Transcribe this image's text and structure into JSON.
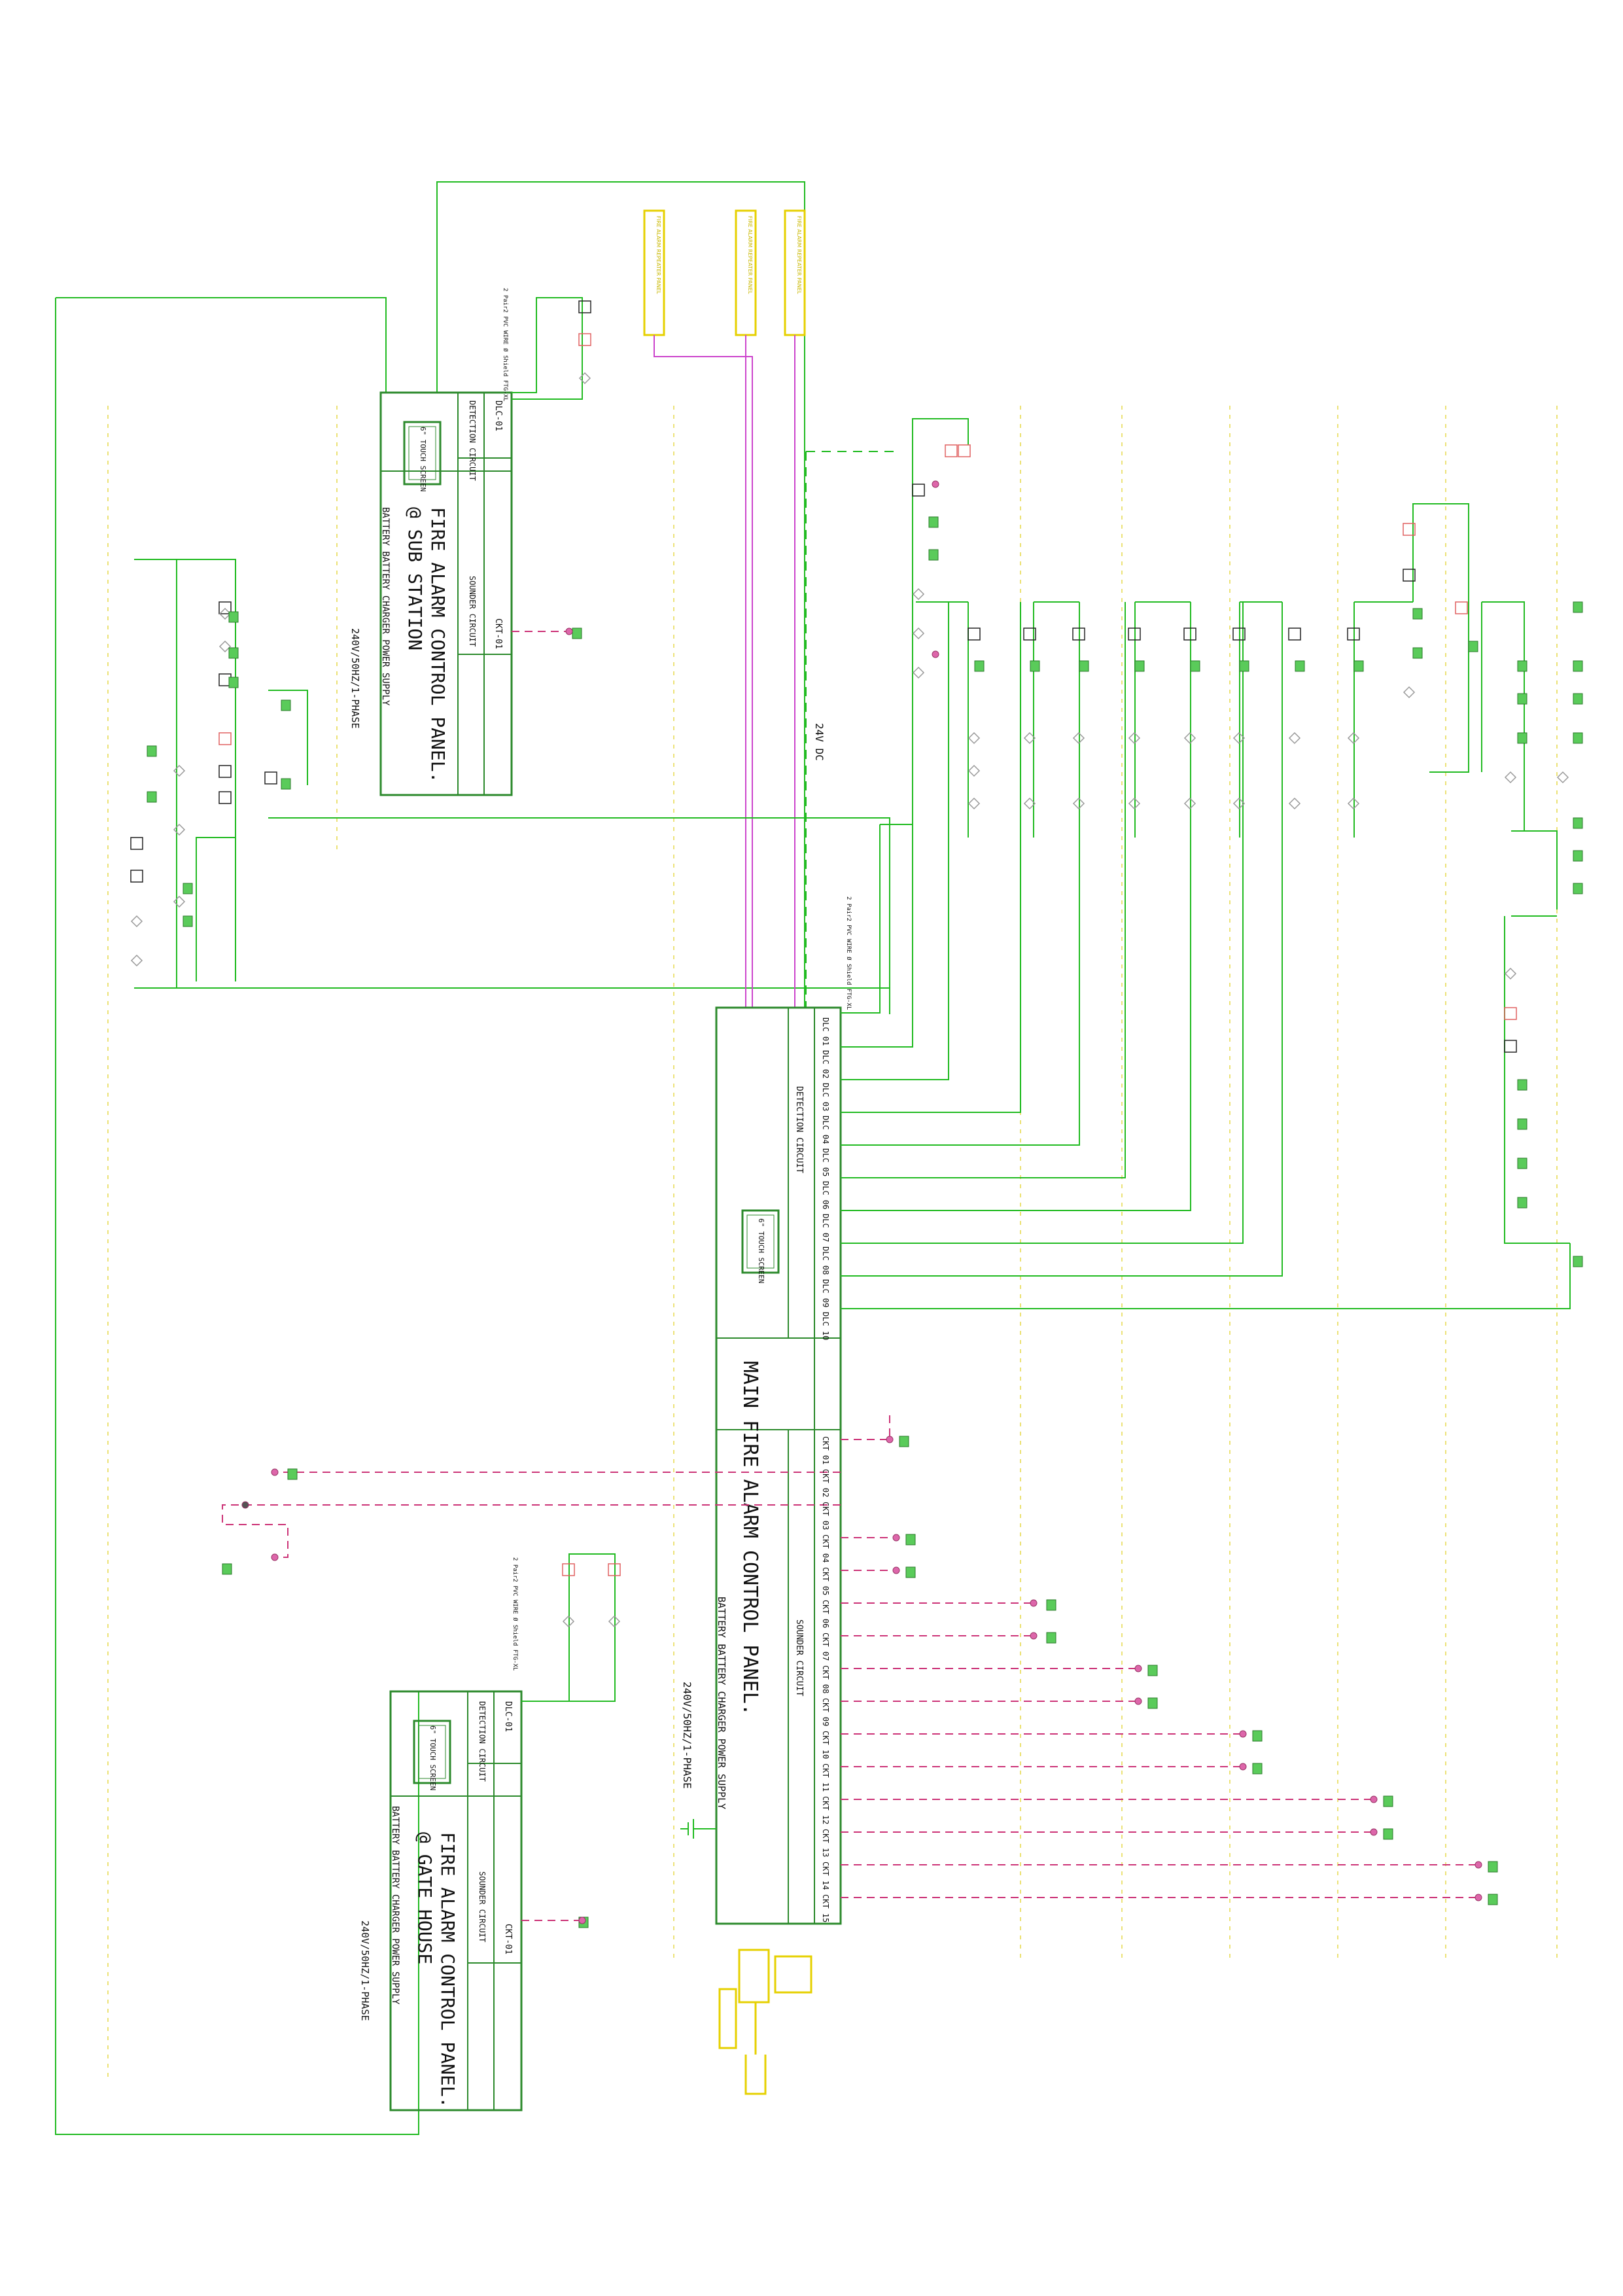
{
  "main_panel": {
    "title": "MAIN FIRE ALARM CONTROL PANEL.",
    "detection": "DETECTION CIRCUIT",
    "sounder": "SOUNDER CIRCUIT",
    "battery": "BATTERY  BATTERY  CHARGER  POWER SUPPLY",
    "power": "240V/50HZ/1-PHASE",
    "screen": "6\" TOUCH SCREEN"
  },
  "sub_panel": {
    "title": "FIRE ALARM CONTROL PANEL.",
    "subtitle": "@ SUB STATION",
    "detection": "DETECTION CIRCUIT",
    "sounder": "SOUNDER CIRCUIT",
    "dlc": "DLC-01",
    "ckt": "CKT-01",
    "battery": "BATTERY  BATTERY  CHARGER  POWER SUPPLY",
    "power": "240V/50HZ/1-PHASE",
    "screen": "6\" TOUCH SCREEN"
  },
  "gate_panel": {
    "title": "FIRE ALARM CONTROL PANEL.",
    "subtitle": "@ GATE HOUSE",
    "detection": "DETECTION CIRCUIT",
    "sounder": "SOUNDER CIRCUIT",
    "dlc": "DLC-01",
    "ckt": "CKT-01",
    "battery": "BATTERY  BATTERY  CHARGER  POWER SUPPLY",
    "power": "240V/50HZ/1-PHASE",
    "screen": "6\" TOUCH SCREEN"
  },
  "dlc_labels": [
    "DLC 01",
    "DLC 02",
    "DLC 03",
    "DLC 04",
    "DLC 05",
    "DLC 06",
    "DLC 07",
    "DLC 08",
    "DLC 09",
    "DLC 10"
  ],
  "ckt_labels": [
    "CKT 01",
    "CKT 02",
    "CKT 03",
    "CKT 04",
    "CKT 05",
    "CKT 06",
    "CKT 07",
    "CKT 08",
    "CKT 09",
    "CKT 10",
    "CKT 11",
    "CKT 12",
    "CKT 13",
    "CKT 14",
    "CKT 15"
  ],
  "repeater_panels": [
    "FIRE ALARM REPEATER PANEL",
    "FIRE ALARM REPEATER PANEL",
    "FIRE ALARM REPEATER PANEL"
  ],
  "bus_label": "24V DC",
  "cable_note": "2 Pair2 PVC WIRE  Ø Shield FTG-XL",
  "colors": {
    "loop": "#22bb22",
    "repeater": "#cc44cc",
    "sounder": "#cc3377",
    "frame": "#2c8a2c",
    "label": "#c9b800",
    "text": "#111111"
  }
}
